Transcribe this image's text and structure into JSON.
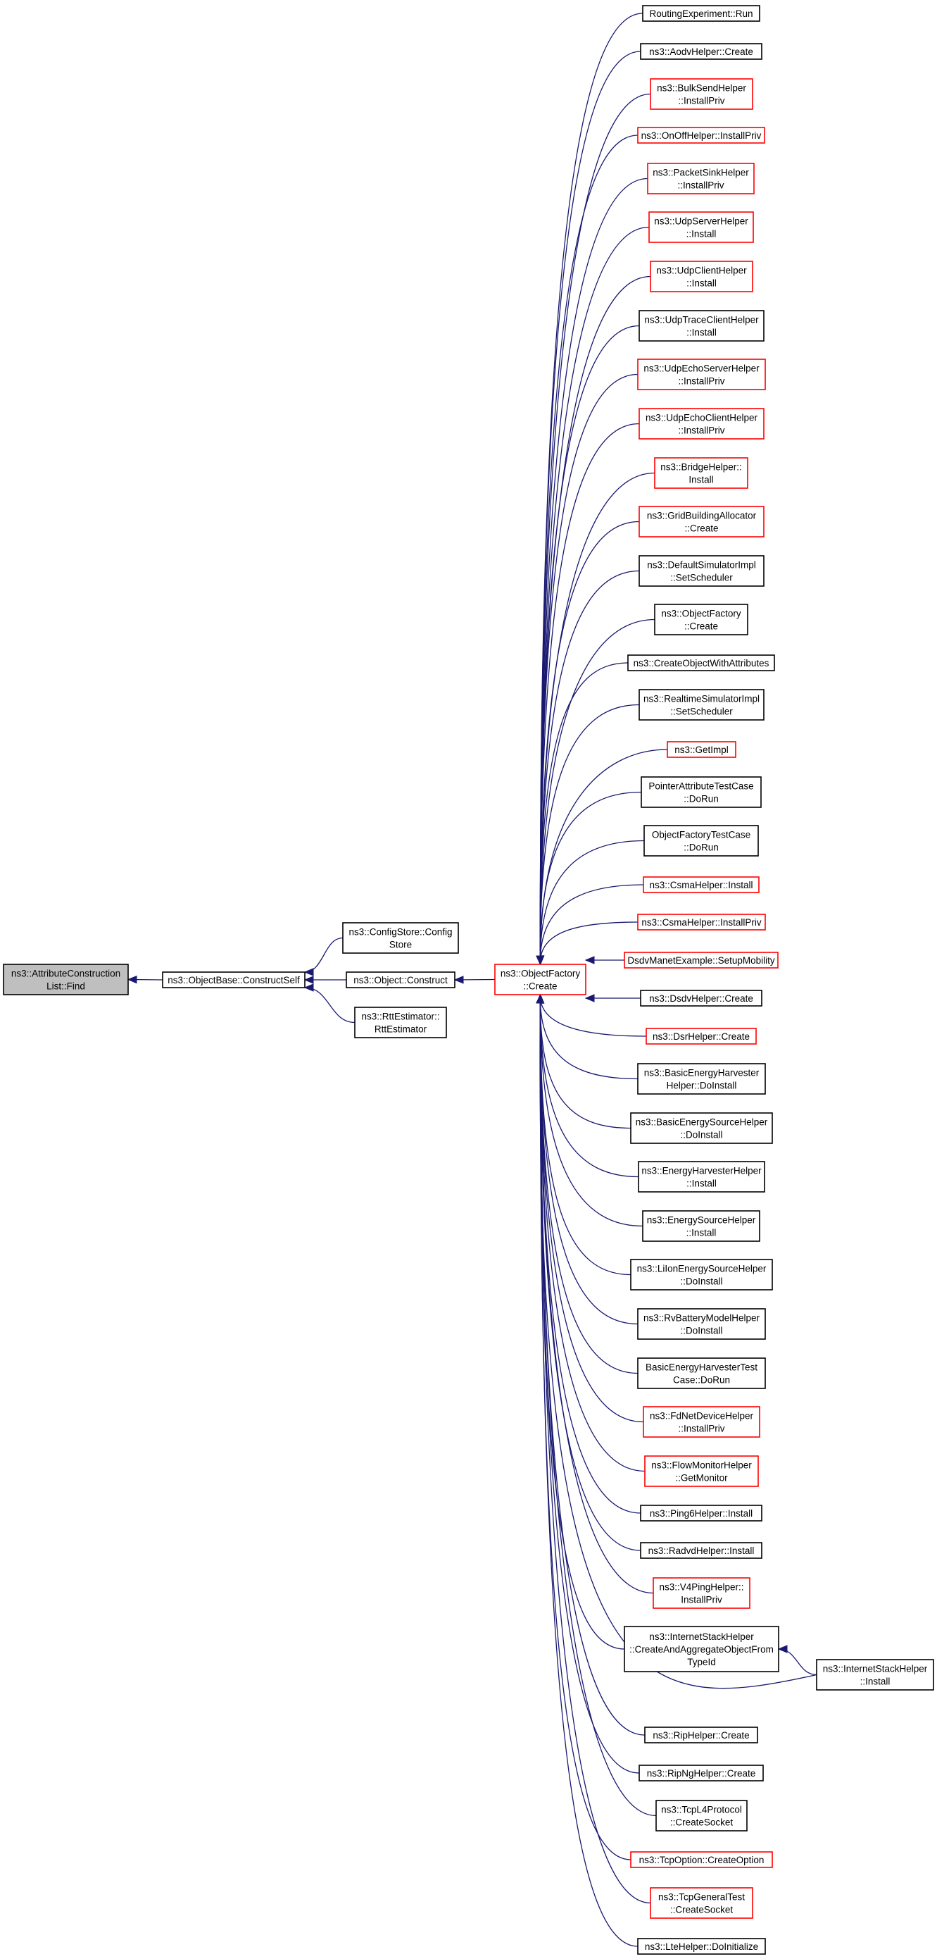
{
  "colors": {
    "edge": "#191970",
    "node_border_normal": "#000000",
    "node_border_truncated": "#ff0000",
    "root_fill": "#bfbfbf"
  },
  "nodes": [
    {
      "id": "root",
      "lines": [
        "ns3::AttributeConstruction",
        "List::Find"
      ],
      "border": "black",
      "root": true
    },
    {
      "id": "constructSelf",
      "lines": [
        "ns3::ObjectBase::ConstructSelf"
      ],
      "border": "black"
    },
    {
      "id": "configStore",
      "lines": [
        "ns3::ConfigStore::Config",
        "Store"
      ],
      "border": "black"
    },
    {
      "id": "objectConstruct",
      "lines": [
        "ns3::Object::Construct"
      ],
      "border": "black"
    },
    {
      "id": "rttEstimator",
      "lines": [
        "ns3::RttEstimator::",
        "RttEstimator"
      ],
      "border": "black"
    },
    {
      "id": "objectFactoryCreate",
      "lines": [
        "ns3::ObjectFactory",
        "::Create"
      ],
      "border": "red"
    },
    {
      "id": "c1",
      "lines": [
        "RoutingExperiment::Run"
      ],
      "border": "black"
    },
    {
      "id": "c2",
      "lines": [
        "ns3::AodvHelper::Create"
      ],
      "border": "black"
    },
    {
      "id": "c3",
      "lines": [
        "ns3::BulkSendHelper",
        "::InstallPriv"
      ],
      "border": "red"
    },
    {
      "id": "c4",
      "lines": [
        "ns3::OnOffHelper::InstallPriv"
      ],
      "border": "red"
    },
    {
      "id": "c5",
      "lines": [
        "ns3::PacketSinkHelper",
        "::InstallPriv"
      ],
      "border": "red"
    },
    {
      "id": "c6",
      "lines": [
        "ns3::UdpServerHelper",
        "::Install"
      ],
      "border": "red"
    },
    {
      "id": "c7",
      "lines": [
        "ns3::UdpClientHelper",
        "::Install"
      ],
      "border": "red"
    },
    {
      "id": "c8",
      "lines": [
        "ns3::UdpTraceClientHelper",
        "::Install"
      ],
      "border": "black"
    },
    {
      "id": "c9",
      "lines": [
        "ns3::UdpEchoServerHelper",
        "::InstallPriv"
      ],
      "border": "red"
    },
    {
      "id": "c10",
      "lines": [
        "ns3::UdpEchoClientHelper",
        "::InstallPriv"
      ],
      "border": "red"
    },
    {
      "id": "c11",
      "lines": [
        "ns3::BridgeHelper::",
        "Install"
      ],
      "border": "red"
    },
    {
      "id": "c12",
      "lines": [
        "ns3::GridBuildingAllocator",
        "::Create"
      ],
      "border": "red"
    },
    {
      "id": "c13",
      "lines": [
        "ns3::DefaultSimulatorImpl",
        "::SetScheduler"
      ],
      "border": "black"
    },
    {
      "id": "c14",
      "lines": [
        "ns3::ObjectFactory",
        "::Create"
      ],
      "border": "black"
    },
    {
      "id": "c15",
      "lines": [
        "ns3::CreateObjectWithAttributes"
      ],
      "border": "black"
    },
    {
      "id": "c16",
      "lines": [
        "ns3::RealtimeSimulatorImpl",
        "::SetScheduler"
      ],
      "border": "black"
    },
    {
      "id": "c17",
      "lines": [
        "ns3::GetImpl"
      ],
      "border": "red"
    },
    {
      "id": "c18",
      "lines": [
        "PointerAttributeTestCase",
        "::DoRun"
      ],
      "border": "black"
    },
    {
      "id": "c19",
      "lines": [
        "ObjectFactoryTestCase",
        "::DoRun"
      ],
      "border": "black"
    },
    {
      "id": "c20",
      "lines": [
        "ns3::CsmaHelper::Install"
      ],
      "border": "red"
    },
    {
      "id": "c21",
      "lines": [
        "ns3::CsmaHelper::InstallPriv"
      ],
      "border": "red"
    },
    {
      "id": "c22",
      "lines": [
        "DsdvManetExample::SetupMobility"
      ],
      "border": "red"
    },
    {
      "id": "c23",
      "lines": [
        "ns3::DsdvHelper::Create"
      ],
      "border": "black"
    },
    {
      "id": "c24",
      "lines": [
        "ns3::DsrHelper::Create"
      ],
      "border": "red"
    },
    {
      "id": "c25",
      "lines": [
        "ns3::BasicEnergyHarvester",
        "Helper::DoInstall"
      ],
      "border": "black"
    },
    {
      "id": "c26",
      "lines": [
        "ns3::BasicEnergySourceHelper",
        "::DoInstall"
      ],
      "border": "black"
    },
    {
      "id": "c27",
      "lines": [
        "ns3::EnergyHarvesterHelper",
        "::Install"
      ],
      "border": "black"
    },
    {
      "id": "c28",
      "lines": [
        "ns3::EnergySourceHelper",
        "::Install"
      ],
      "border": "black"
    },
    {
      "id": "c29",
      "lines": [
        "ns3::LiIonEnergySourceHelper",
        "::DoInstall"
      ],
      "border": "black"
    },
    {
      "id": "c30",
      "lines": [
        "ns3::RvBatteryModelHelper",
        "::DoInstall"
      ],
      "border": "black"
    },
    {
      "id": "c31",
      "lines": [
        "BasicEnergyHarvesterTest",
        "Case::DoRun"
      ],
      "border": "black"
    },
    {
      "id": "c32",
      "lines": [
        "ns3::FdNetDeviceHelper",
        "::InstallPriv"
      ],
      "border": "red"
    },
    {
      "id": "c33",
      "lines": [
        "ns3::FlowMonitorHelper",
        "::GetMonitor"
      ],
      "border": "red"
    },
    {
      "id": "c34",
      "lines": [
        "ns3::Ping6Helper::Install"
      ],
      "border": "black"
    },
    {
      "id": "c35",
      "lines": [
        "ns3::RadvdHelper::Install"
      ],
      "border": "black"
    },
    {
      "id": "c36",
      "lines": [
        "ns3::V4PingHelper::",
        "InstallPriv"
      ],
      "border": "red"
    },
    {
      "id": "c37",
      "lines": [
        "ns3::InternetStackHelper",
        "::CreateAndAggregateObjectFrom",
        "TypeId"
      ],
      "border": "black"
    },
    {
      "id": "isInstall",
      "lines": [
        "ns3::InternetStackHelper",
        "::Install"
      ],
      "border": "black"
    },
    {
      "id": "c38",
      "lines": [
        "ns3::RipHelper::Create"
      ],
      "border": "black"
    },
    {
      "id": "c39",
      "lines": [
        "ns3::RipNgHelper::Create"
      ],
      "border": "black"
    },
    {
      "id": "c40",
      "lines": [
        "ns3::TcpL4Protocol",
        "::CreateSocket"
      ],
      "border": "black"
    },
    {
      "id": "c41",
      "lines": [
        "ns3::TcpOption::CreateOption"
      ],
      "border": "red"
    },
    {
      "id": "c42",
      "lines": [
        "ns3::TcpGeneralTest",
        "::CreateSocket"
      ],
      "border": "red"
    },
    {
      "id": "c43",
      "lines": [
        "ns3::LteHelper::DoInitialize"
      ],
      "border": "black"
    }
  ],
  "edges": [
    {
      "from": "constructSelf",
      "to": "root"
    },
    {
      "from": "configStore",
      "to": "constructSelf"
    },
    {
      "from": "objectConstruct",
      "to": "constructSelf"
    },
    {
      "from": "rttEstimator",
      "to": "constructSelf"
    },
    {
      "from": "objectFactoryCreate",
      "to": "objectConstruct"
    },
    {
      "from": "c1",
      "to": "objectFactoryCreate"
    },
    {
      "from": "c2",
      "to": "objectFactoryCreate"
    },
    {
      "from": "c3",
      "to": "objectFactoryCreate"
    },
    {
      "from": "c4",
      "to": "objectFactoryCreate"
    },
    {
      "from": "c5",
      "to": "objectFactoryCreate"
    },
    {
      "from": "c6",
      "to": "objectFactoryCreate"
    },
    {
      "from": "c7",
      "to": "objectFactoryCreate"
    },
    {
      "from": "c8",
      "to": "objectFactoryCreate"
    },
    {
      "from": "c9",
      "to": "objectFactoryCreate"
    },
    {
      "from": "c10",
      "to": "objectFactoryCreate"
    },
    {
      "from": "c11",
      "to": "objectFactoryCreate"
    },
    {
      "from": "c12",
      "to": "objectFactoryCreate"
    },
    {
      "from": "c13",
      "to": "objectFactoryCreate"
    },
    {
      "from": "c14",
      "to": "objectFactoryCreate"
    },
    {
      "from": "c15",
      "to": "objectFactoryCreate"
    },
    {
      "from": "c16",
      "to": "objectFactoryCreate"
    },
    {
      "from": "c17",
      "to": "objectFactoryCreate"
    },
    {
      "from": "c18",
      "to": "objectFactoryCreate"
    },
    {
      "from": "c19",
      "to": "objectFactoryCreate"
    },
    {
      "from": "c20",
      "to": "objectFactoryCreate"
    },
    {
      "from": "c21",
      "to": "objectFactoryCreate"
    },
    {
      "from": "c22",
      "to": "objectFactoryCreate"
    },
    {
      "from": "c23",
      "to": "objectFactoryCreate"
    },
    {
      "from": "c24",
      "to": "objectFactoryCreate"
    },
    {
      "from": "c25",
      "to": "objectFactoryCreate"
    },
    {
      "from": "c26",
      "to": "objectFactoryCreate"
    },
    {
      "from": "c27",
      "to": "objectFactoryCreate"
    },
    {
      "from": "c28",
      "to": "objectFactoryCreate"
    },
    {
      "from": "c29",
      "to": "objectFactoryCreate"
    },
    {
      "from": "c30",
      "to": "objectFactoryCreate"
    },
    {
      "from": "c31",
      "to": "objectFactoryCreate"
    },
    {
      "from": "c32",
      "to": "objectFactoryCreate"
    },
    {
      "from": "c33",
      "to": "objectFactoryCreate"
    },
    {
      "from": "c34",
      "to": "objectFactoryCreate"
    },
    {
      "from": "c35",
      "to": "objectFactoryCreate"
    },
    {
      "from": "c36",
      "to": "objectFactoryCreate"
    },
    {
      "from": "c37",
      "to": "objectFactoryCreate"
    },
    {
      "from": "isInstall",
      "to": "c37"
    },
    {
      "from": "isInstall",
      "to": "objectFactoryCreate"
    },
    {
      "from": "c38",
      "to": "objectFactoryCreate"
    },
    {
      "from": "c39",
      "to": "objectFactoryCreate"
    },
    {
      "from": "c40",
      "to": "objectFactoryCreate"
    },
    {
      "from": "c41",
      "to": "objectFactoryCreate"
    },
    {
      "from": "c42",
      "to": "objectFactoryCreate"
    },
    {
      "from": "c43",
      "to": "objectFactoryCreate"
    }
  ]
}
